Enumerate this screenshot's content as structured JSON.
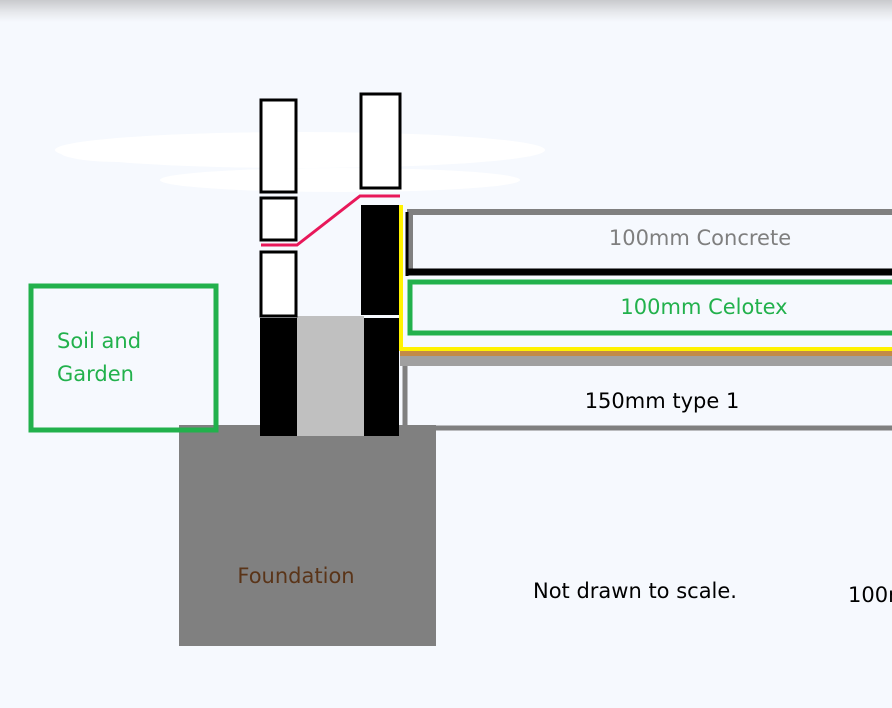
{
  "labels": {
    "concrete": "100mm Concrete",
    "celotex": "100mm Celotex",
    "type1": "150mm type 1",
    "soil_line1": "Soil and",
    "soil_line2": "Garden",
    "foundation": "Foundation",
    "note": "Not drawn to scale.",
    "cut_off": "100m"
  },
  "colors": {
    "background": "#f6f9fe",
    "foundation": "#808080",
    "cavity_fill": "#c0c0c0",
    "block": "#000000",
    "slab_outline": "#808080",
    "insulation_outline": "#22b14c",
    "soil_outline": "#22b14c",
    "dpc": "#e8185a",
    "dpm": "#fff200",
    "membrane_sand": "#c38a47",
    "concrete_text": "#7f7f7f",
    "celotex_text": "#22b14c",
    "soil_text": "#22b14c",
    "foundation_text": "#5a3418"
  }
}
